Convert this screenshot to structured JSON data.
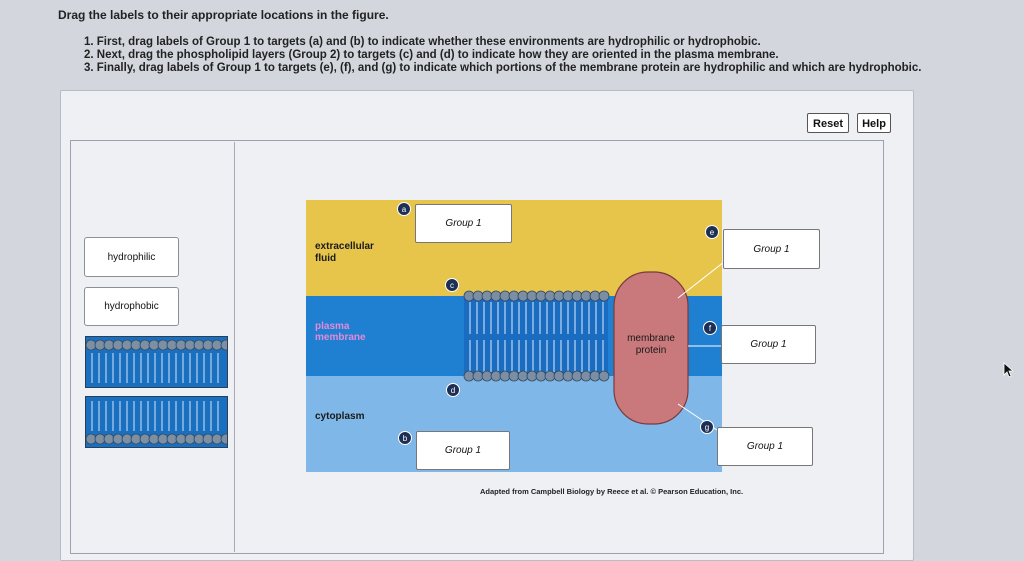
{
  "header": {
    "title": "Drag the labels to their appropriate locations in the figure.",
    "instructions": [
      "1. First, drag labels of Group 1 to targets (a) and (b) to indicate whether these environments are hydrophilic or hydrophobic.",
      "2. Next, drag the phospholipid layers (Group 2) to targets (c) and (d) to indicate how they are oriented in the plasma membrane.",
      "3. Finally, drag labels of Group 1 to targets (e), (f), and (g) to indicate which portions of the membrane protein are hydrophilic and which are hydrophobic."
    ]
  },
  "toolbar": {
    "reset_label": "Reset",
    "help_label": "Help"
  },
  "labels": {
    "hydrophilic": "hydrophilic",
    "hydrophobic": "hydrophobic"
  },
  "figure": {
    "extracellular": [
      "extracellular",
      "fluid"
    ],
    "membrane": [
      "plasma",
      "membrane"
    ],
    "cytoplasm": "cytoplasm",
    "protein": [
      "membrane",
      "protein"
    ],
    "target_text": "Group 1",
    "markers": {
      "a": "a",
      "b": "b",
      "c": "c",
      "d": "d",
      "e": "e",
      "f": "f",
      "g": "g"
    },
    "credit": "Adapted from Campbell Biology by Reece et al. © Pearson Education, Inc."
  },
  "colors": {
    "extracellular": "#e7c44a",
    "membrane_blue": "#1f7fd0",
    "cytoplasm": "#7fb8e8",
    "protein": "#c9797b",
    "plasma_text": "#e48ad8"
  }
}
